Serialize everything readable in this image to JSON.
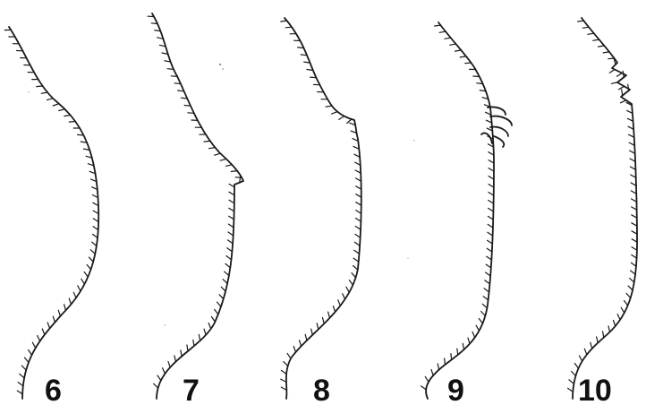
{
  "figures": [
    {
      "label": "6"
    },
    {
      "label": "7"
    },
    {
      "label": "8"
    },
    {
      "label": "9"
    },
    {
      "label": "10"
    }
  ]
}
